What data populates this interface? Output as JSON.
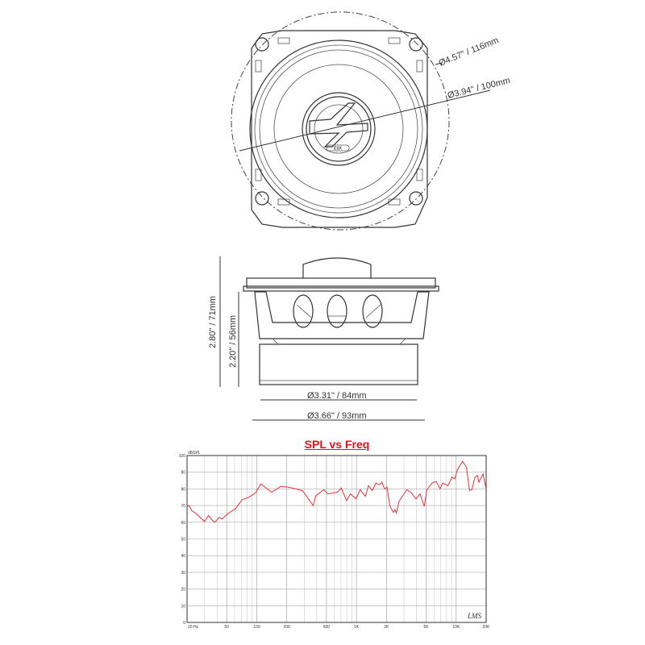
{
  "top_view": {
    "outer_diameter_label": "Ø4.57\" / 116mm",
    "cone_diameter_label": "Ø3.94\" / 100mm",
    "tweeter_logo_text": "ESX"
  },
  "side_view": {
    "total_depth_label": "2.80\" / 71mm",
    "mount_depth_label": "2.20\" / 56mm",
    "magnet_diameter_label": "Ø3.31\" / 84mm",
    "cutout_diameter_label": "Ø3.66\" / 93mm"
  },
  "chart_data": {
    "type": "line",
    "title": "SPL vs Freq",
    "ylabel": "dBSPL",
    "xlabel": "",
    "x_scale": "log",
    "xlim": [
      20,
      20000
    ],
    "ylim": [
      0,
      100
    ],
    "grid": true,
    "line_color": "#e8303a",
    "title_color": "#e8101a",
    "watermark": "LMS",
    "x_tick_values": [
      20,
      50,
      100,
      200,
      500,
      1000,
      2000,
      5000,
      10000,
      20000
    ],
    "x_tick_labels": [
      "20 Hz",
      "50",
      "100",
      "200",
      "500",
      "1K",
      "2K",
      "5K",
      "10K",
      "20K"
    ],
    "y_tick_labels": [
      "0",
      "10",
      "20",
      "30",
      "40",
      "50",
      "60",
      "70",
      "80",
      "90",
      "100"
    ],
    "series": [
      {
        "x": [
          20,
          21,
          22.3,
          24.9,
          29.9,
          32.8,
          36.1,
          38.3,
          42,
          44.9,
          52.2,
          61,
          71.2,
          83,
          96.9,
          110,
          141,
          175,
          210,
          287,
          335,
          367,
          392,
          470,
          516,
          643,
          705,
          796,
          871,
          992,
          1090,
          1230,
          1320,
          1440,
          1570,
          1690,
          1800,
          1910,
          2030,
          2160,
          2340,
          2440,
          2520,
          2670,
          3200,
          3500,
          3960,
          4340,
          4790,
          5090,
          5740,
          6300,
          6900,
          7330,
          8280,
          9100,
          9700,
          10300,
          11600,
          12700,
          13600,
          14400,
          15400,
          16400,
          16900,
          18600,
          20000
        ],
        "y": [
          69.5,
          70,
          67,
          65,
          60.5,
          64,
          61,
          60,
          63,
          62,
          65.5,
          68,
          73.5,
          75,
          77.5,
          83,
          78,
          81.5,
          81,
          79,
          73.5,
          70,
          76,
          79.5,
          77,
          78,
          80.5,
          73,
          77,
          74,
          79.5,
          75.5,
          82,
          79,
          83.5,
          82.5,
          84,
          80,
          81,
          70,
          66,
          67.5,
          65.5,
          72.5,
          79.5,
          78,
          74,
          77,
          69.5,
          79.5,
          83.5,
          84.5,
          80,
          83.5,
          82,
          87,
          86,
          91.5,
          96.5,
          93,
          79,
          79.5,
          87,
          88,
          84,
          89,
          80
        ]
      }
    ]
  }
}
